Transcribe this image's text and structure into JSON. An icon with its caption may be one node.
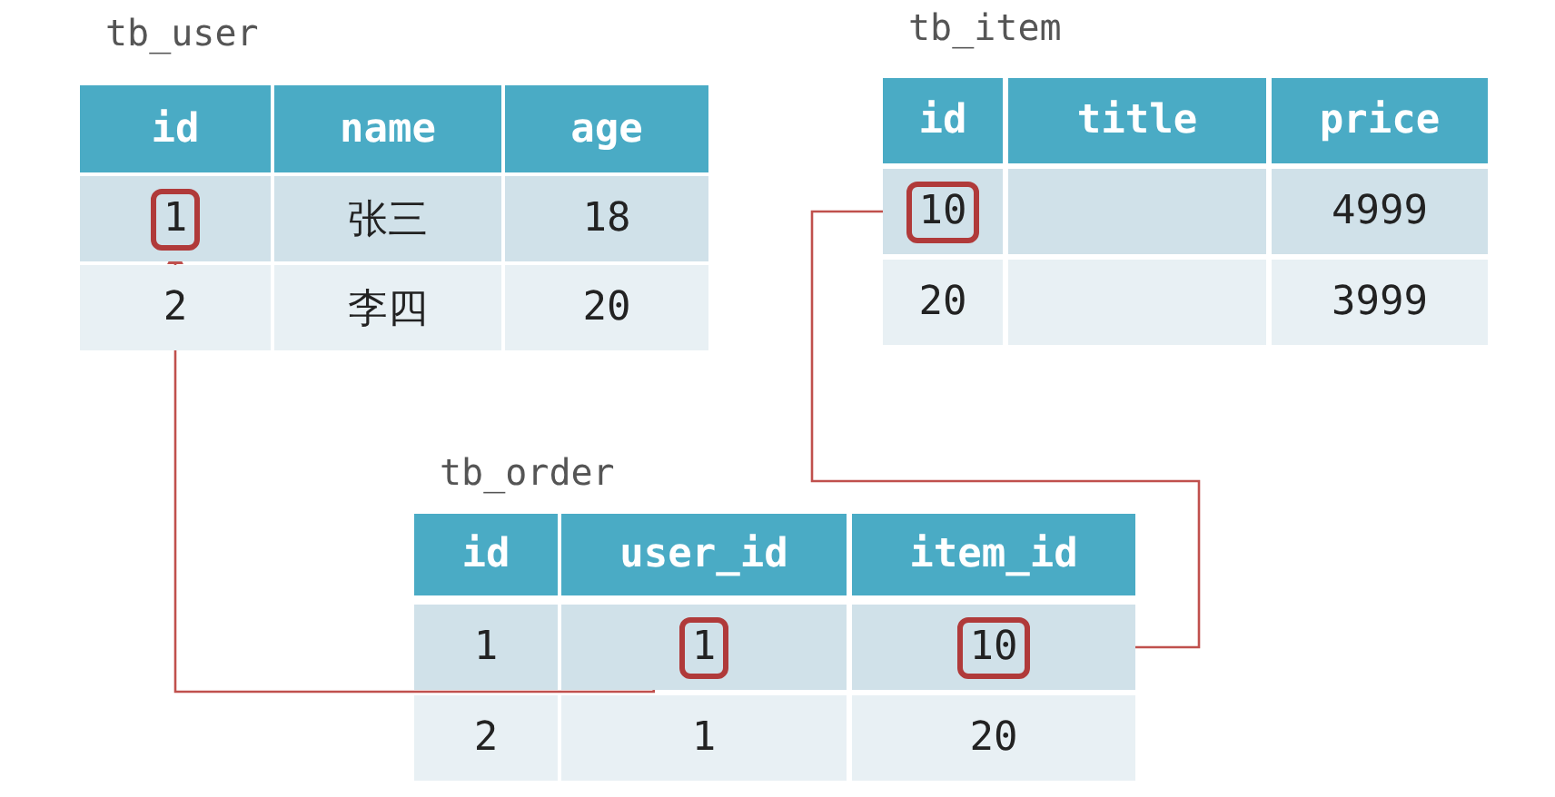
{
  "diagram": {
    "nodes": [
      {
        "text": [
          "tb_user"
        ]
      },
      {
        "text": [
          "1"
        ],
        "in": 0
      },
      {
        "text": [
          "tb_item"
        ]
      },
      {
        "text": [
          "10"
        ],
        "in": 2
      },
      {
        "text": [
          "tb_order"
        ]
      },
      {
        "text": [
          "1"
        ],
        "in": 4
      },
      {
        "text": [
          "10"
        ],
        "in": 4
      }
    ],
    "edges": [
      {
        "from": 5,
        "to": 1,
        "arrow": "to"
      },
      {
        "from": 6,
        "to": 3,
        "arrow": "to"
      }
    ],
    "labels": [
      "id",
      "name",
      "age",
      "张三",
      "18",
      "2",
      "李四",
      "20",
      "id",
      "title",
      "price",
      "4999",
      "20",
      "3999",
      "id",
      "user_id",
      "item_id",
      "1",
      "2",
      "1",
      "20"
    ]
  }
}
